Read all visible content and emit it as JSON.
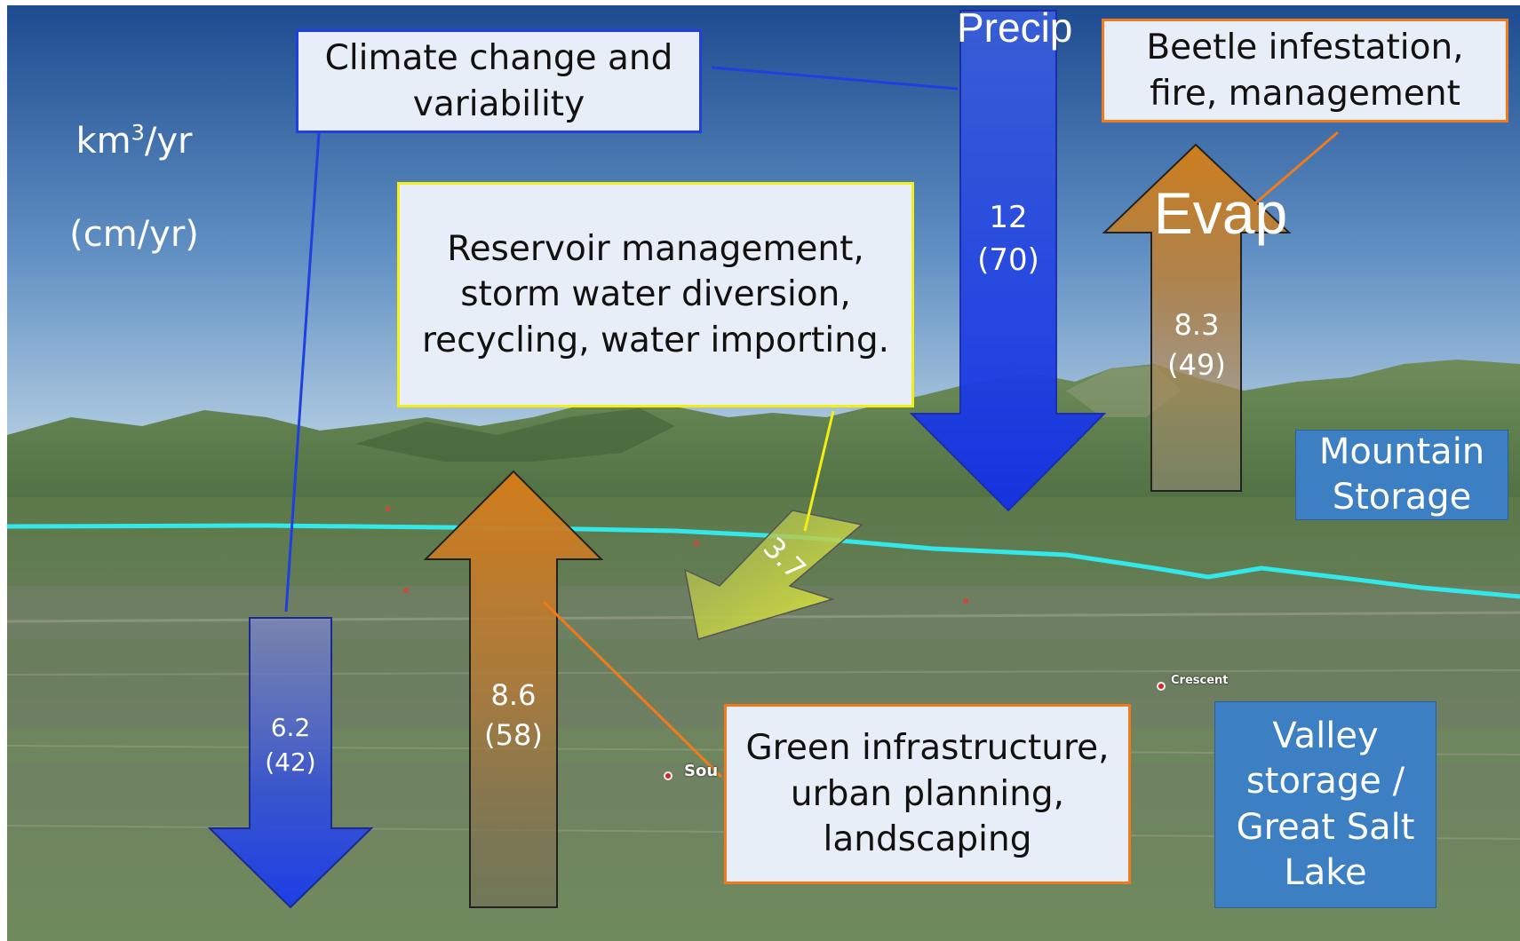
{
  "units": {
    "line1_base": "km",
    "line1_sup": "3",
    "line1_rest": "/yr",
    "line2": "(cm/yr)"
  },
  "flows": {
    "precip": {
      "label": "Precip",
      "value": "12",
      "sub": "(70)"
    },
    "evap_mountain": {
      "label": "Evap",
      "value": "8.3",
      "sub": "(49)"
    },
    "valley_precip": {
      "value": "6.2",
      "sub": "(42)"
    },
    "valley_evap": {
      "value": "8.6",
      "sub": "(58)"
    },
    "import": {
      "value": "3.7"
    }
  },
  "boxes": {
    "climate": "Climate change and\nvariability",
    "reservoir": "Reservoir management,\nstorm water diversion,\nrecycling, water importing.",
    "beetle": "Beetle infestation,\nfire, management",
    "green": "Green infrastructure,\nurban planning,\nlandscaping"
  },
  "storage": {
    "mountain": "Mountain\nStorage",
    "valley": "Valley\nstorage /\nGreat Salt\nLake"
  },
  "places": {
    "crescent": "Crescent",
    "south": "Sou"
  },
  "colors": {
    "sky_top": "#1d4e93",
    "sky_bottom": "#a9c6de",
    "precip_arrow": "#1e3fe6",
    "evap_arrow": "#c97a1e",
    "import_arrow": "#c9d83a",
    "boundary": "#2ee6e6"
  }
}
